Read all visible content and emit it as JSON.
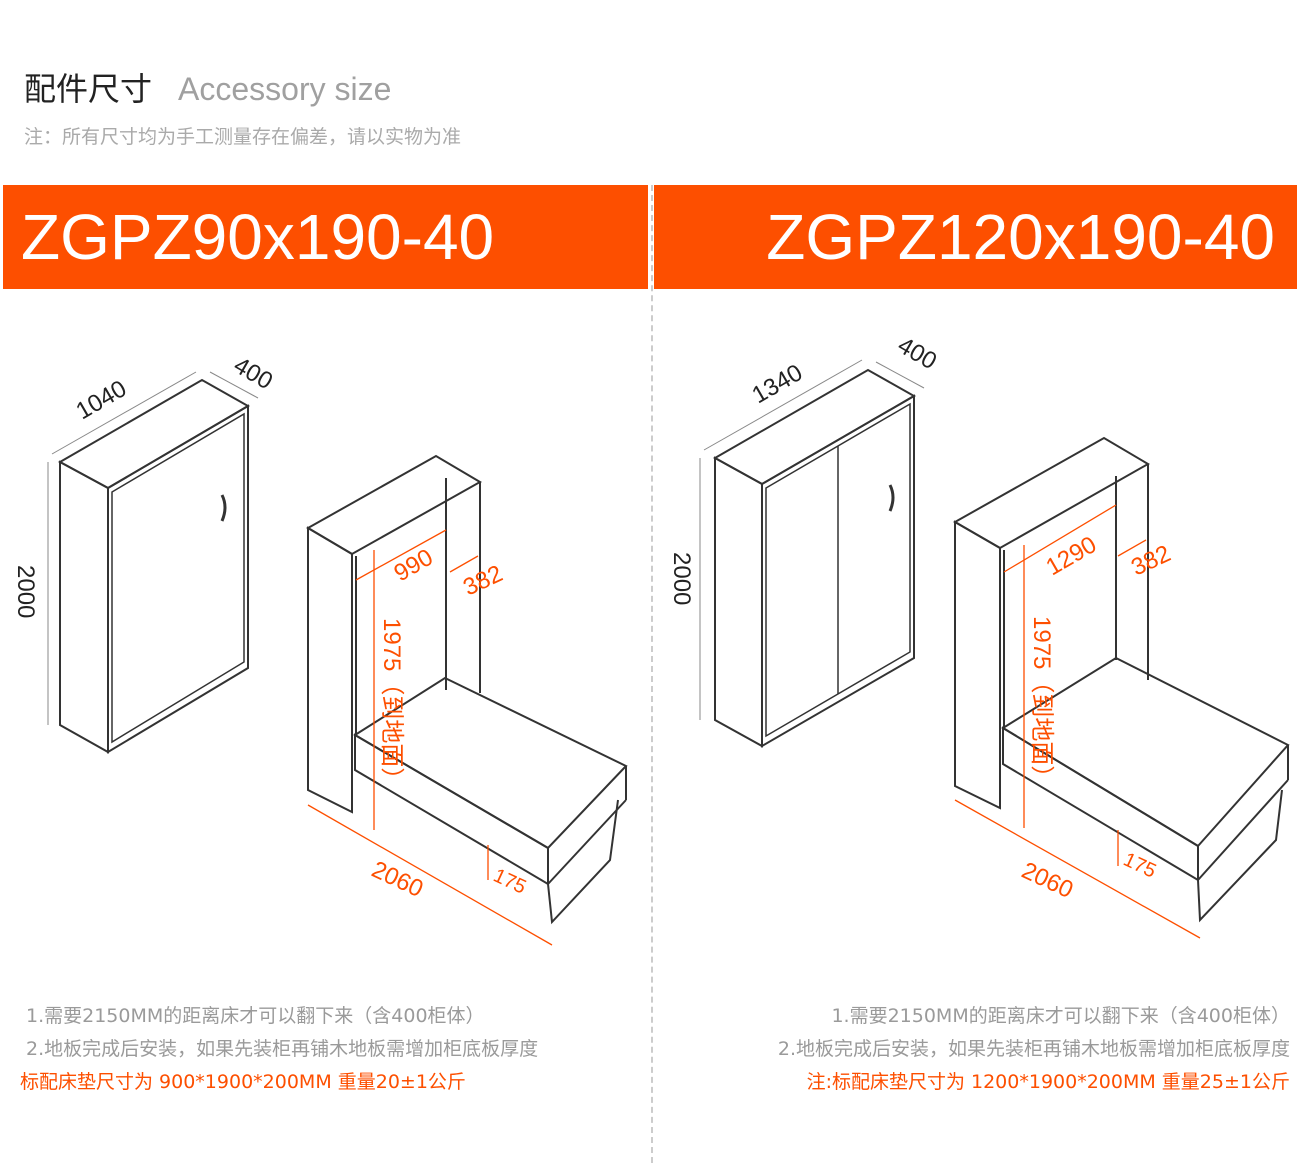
{
  "header": {
    "title_cn": "配件尺寸",
    "title_en": "Accessory size",
    "note": "注：所有尺寸均为手工测量存在偏差，请以实物为准"
  },
  "colors": {
    "accent": "#fd4f00",
    "line": "#333333"
  },
  "models": [
    {
      "name": "ZGPZ90x190-40",
      "dims": {
        "width": "1040",
        "depth": "400",
        "height": "2000",
        "inner_width": "990",
        "inner_depth": "382",
        "inner_height": "1975（到地面）",
        "length": "2060",
        "leg": "175"
      },
      "notes": [
        "1.需要2150MM的距离床才可以翻下来（含400柜体）",
        "2.地板完成后安装，如果先装柜再铺木地板需增加柜底板厚度"
      ],
      "spec": "标配床垫尺寸为 900*1900*200MM 重量20±1公斤"
    },
    {
      "name": "ZGPZ120x190-40",
      "dims": {
        "width": "1340",
        "depth": "400",
        "height": "2000",
        "inner_width": "1290",
        "inner_depth": "382",
        "inner_height": "1975（到地面）",
        "length": "2060",
        "leg": "175"
      },
      "notes": [
        "1.需要2150MM的距离床才可以翻下来（含400柜体）",
        "2.地板完成后安装，如果先装柜再铺木地板需增加柜底板厚度"
      ],
      "spec": "注:标配床垫尺寸为 1200*1900*200MM 重量25±1公斤"
    }
  ]
}
